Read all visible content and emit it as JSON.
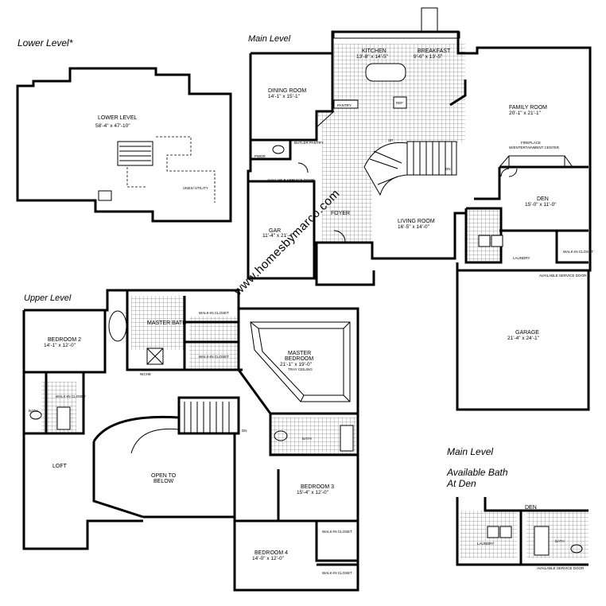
{
  "titles": {
    "lower": "Lower Level*",
    "main": "Main Level",
    "upper": "Upper Level",
    "main_alt": "Main Level",
    "alt_line1": "Available Bath",
    "alt_line2": "At Den"
  },
  "watermark": "www.homesbymarco.com",
  "lower": {
    "room_name": "LOWER LEVEL",
    "room_dim": "58'-4\" x 47'-10\"",
    "unex": "UNEX/ UTILITY"
  },
  "main": {
    "kitchen": "KITCHEN",
    "kitchen_dim": "13'-8\" x 14'-5\"",
    "breakfast": "BREAKFAST",
    "breakfast_dim": "9'-6\" x 13'-5\"",
    "dining": "DINING ROOM",
    "dining_dim": "14'-1\" x 15'-1\"",
    "family": "FAMILY ROOM",
    "family_dim": "20'-1\" x 21'-1\"",
    "fireplace": "FIREPLACE",
    "entertainment": "W/ENTERTAINMENT CENTER",
    "den": "DEN",
    "den_dim": "15'-0\" x 11'-0\"",
    "living": "LIVING ROOM",
    "living_dim": "16'-5\" x 14'-0\"",
    "foyer": "FOYER",
    "garage_small": "GAR",
    "garage_small_dim": "11'-4\" x 21'-4\"",
    "garage": "GARAGE",
    "garage_dim": "21'-4\" x 24'-1\"",
    "laundry": "LAUNDRY",
    "pwdr": "PWDR",
    "pantry": "PANTRY",
    "butler": "BUTLER PANTRY",
    "ref": "REF",
    "walkin": "WALK-IN CLOSET",
    "service_door": "AVAILABLE SERVICE DOOR",
    "up": "UP",
    "dn": "DN"
  },
  "upper": {
    "bedroom2": "BEDROOM 2",
    "bedroom2_dim": "14'-1\" x 12'-0\"",
    "master_bath": "MASTER BATH",
    "master_bed": "MASTER",
    "master_bed2": "BEDROOM",
    "master_dim": "21'-1\" x 19'-0\"",
    "tray": "TRAY CEILING",
    "bath": "BATH",
    "loft": "LOFT",
    "open1": "OPEN TO",
    "open2": "BELOW",
    "bedroom3": "BEDROOM 3",
    "bedroom3_dim": "15'-4\" x 12'-0\"",
    "bedroom4": "BEDROOM 4",
    "bedroom4_dim": "14'-0\" x 12'-0\"",
    "niche": "NICHE",
    "walkin": "WALK-IN CLOSET",
    "dn": "DN"
  },
  "alt": {
    "den": "DEN",
    "laundry": "LAUNDRY",
    "bath": "BATH",
    "service_door": "AVAILABLE SERVICE DOOR"
  }
}
